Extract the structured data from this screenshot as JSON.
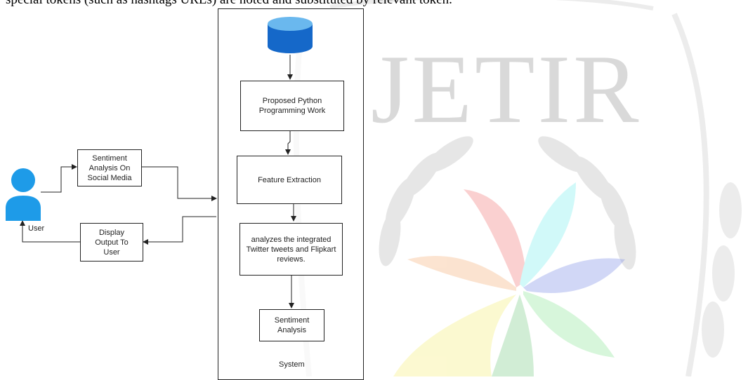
{
  "header_text": "special tokens (such as hashtags URLs) are noted and substituted by relevant token.",
  "watermark": "JETIR",
  "nodes": {
    "user_label": "User",
    "sentiment_social": "Sentiment Analysis On Social Media",
    "display_output": "Display Output To User",
    "python_work": "Proposed Python Programming Work",
    "feature_extraction": "Feature Extraction",
    "analyzes": "analyzes the integrated Twitter tweets and Flipkart reviews.",
    "sentiment_analysis": "Sentiment Analysis",
    "system_label": "System"
  },
  "colors": {
    "user_icon": "#1e9be8",
    "database_top": "#6ab8ee",
    "database_body": "#1568c9",
    "lines": "#222222",
    "watermark": "#dcdcdc"
  }
}
